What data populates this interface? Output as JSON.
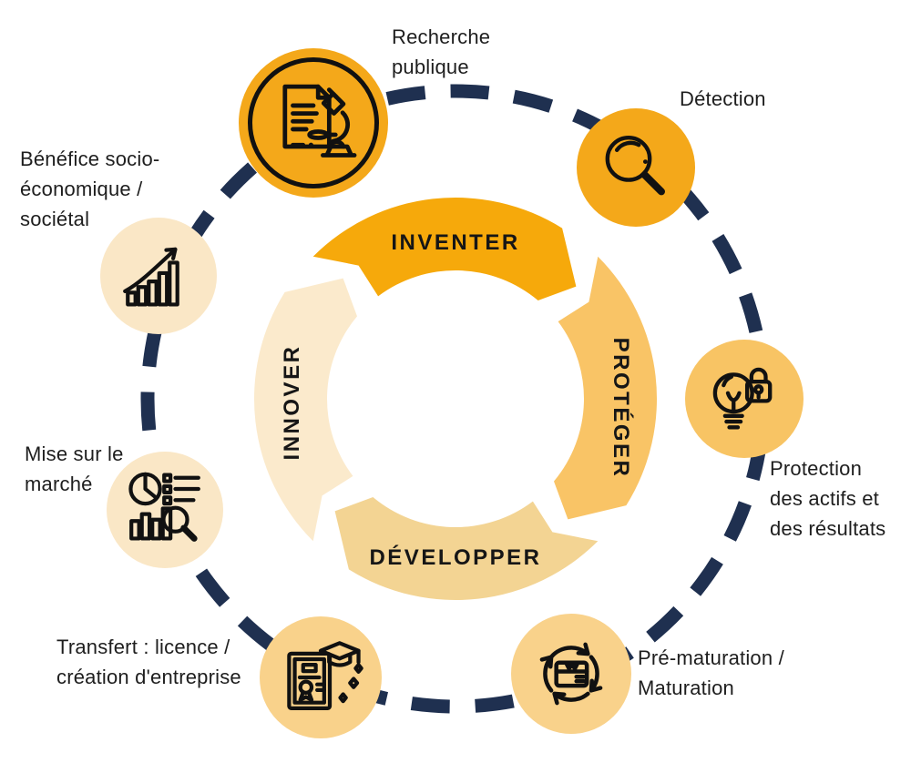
{
  "ring": {
    "dash_color": "#1F3050",
    "segments": [
      {
        "label": "INVENTER",
        "color": "#F6A90B"
      },
      {
        "label": "PROTÉGER",
        "color": "#F9C466"
      },
      {
        "label": "DÉVELOPPER",
        "color": "#F3D493"
      },
      {
        "label": "INNOVER",
        "color": "#FBEACC"
      }
    ]
  },
  "nodes": [
    {
      "name": "recherche-publique",
      "icon": "document-microscope-icon",
      "color": "#F4A81A",
      "lines": [
        "Recherche",
        "publique"
      ]
    },
    {
      "name": "detection",
      "icon": "magnifying-glass-icon",
      "color": "#F4A81A",
      "lines": [
        "Détection"
      ]
    },
    {
      "name": "protection",
      "icon": "idea-lock-icon",
      "color": "#F8C464",
      "lines": [
        "Protection",
        "des actifs et",
        "des résultats"
      ]
    },
    {
      "name": "pre-maturation",
      "icon": "package-cycle-icon",
      "color": "#F9D28B",
      "lines": [
        "Pré-maturation /",
        "Maturation"
      ]
    },
    {
      "name": "transfert",
      "icon": "diploma-graduation-icon",
      "color": "#F9D28B",
      "lines": [
        "Transfert : licence /",
        "création d'entreprise"
      ]
    },
    {
      "name": "mise-sur-le-marche",
      "icon": "market-analysis-icon",
      "color": "#FAE7C6",
      "lines": [
        "Mise sur le",
        "marché"
      ]
    },
    {
      "name": "benefice",
      "icon": "growth-arrow-icon",
      "color": "#FAE7C6",
      "lines": [
        "Bénéfice socio-",
        "économique /",
        "sociétal"
      ]
    }
  ],
  "text_color": "#1E1E1E"
}
